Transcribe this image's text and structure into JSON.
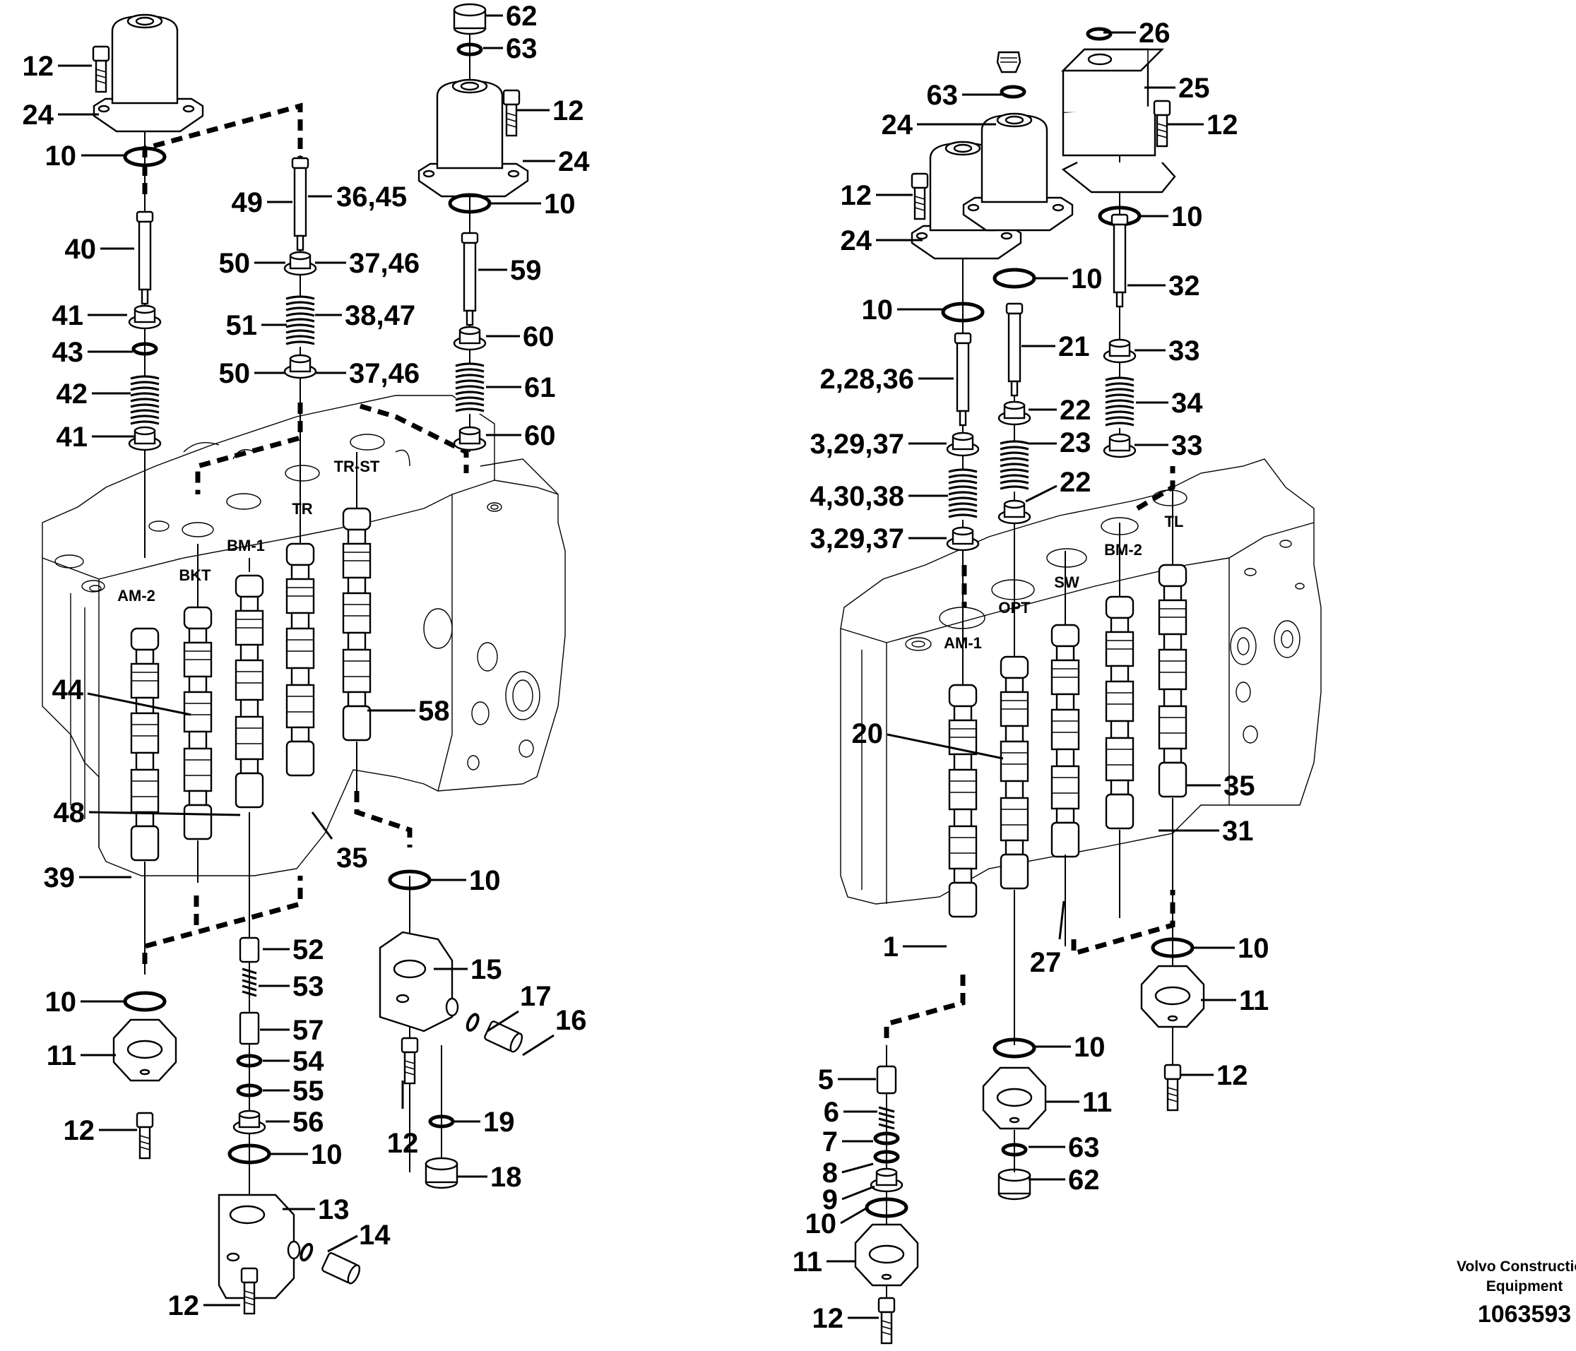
{
  "diagram": {
    "spool_labels": [
      "AM-2",
      "BKT",
      "BM-1",
      "TR",
      "TR-ST",
      "AM-1",
      "OPT",
      "SW",
      "BM-2",
      "TL"
    ],
    "callouts": [
      {
        "id": "c1",
        "text": "12"
      },
      {
        "id": "c2",
        "text": "24"
      },
      {
        "id": "c3",
        "text": "10"
      },
      {
        "id": "c4",
        "text": "40"
      },
      {
        "id": "c5",
        "text": "41"
      },
      {
        "id": "c6",
        "text": "43"
      },
      {
        "id": "c7",
        "text": "42"
      },
      {
        "id": "c8",
        "text": "41"
      },
      {
        "id": "c9",
        "text": "49"
      },
      {
        "id": "c10",
        "text": "36,45"
      },
      {
        "id": "c11",
        "text": "50"
      },
      {
        "id": "c12",
        "text": "37,46"
      },
      {
        "id": "c13",
        "text": "51"
      },
      {
        "id": "c14",
        "text": "38,47"
      },
      {
        "id": "c15",
        "text": "50"
      },
      {
        "id": "c16",
        "text": "37,46"
      },
      {
        "id": "c17",
        "text": "62"
      },
      {
        "id": "c18",
        "text": "63"
      },
      {
        "id": "c19",
        "text": "12"
      },
      {
        "id": "c20",
        "text": "24"
      },
      {
        "id": "c21",
        "text": "10"
      },
      {
        "id": "c22",
        "text": "59"
      },
      {
        "id": "c23",
        "text": "60"
      },
      {
        "id": "c24",
        "text": "61"
      },
      {
        "id": "c25",
        "text": "60"
      },
      {
        "id": "c26",
        "text": "44"
      },
      {
        "id": "c27",
        "text": "58"
      },
      {
        "id": "c28",
        "text": "48"
      },
      {
        "id": "c29",
        "text": "35"
      },
      {
        "id": "c30",
        "text": "39"
      },
      {
        "id": "c31",
        "text": "10"
      },
      {
        "id": "c32",
        "text": "10"
      },
      {
        "id": "c33",
        "text": "11"
      },
      {
        "id": "c34",
        "text": "12"
      },
      {
        "id": "c35",
        "text": "52"
      },
      {
        "id": "c36",
        "text": "53"
      },
      {
        "id": "c37",
        "text": "57"
      },
      {
        "id": "c38",
        "text": "54"
      },
      {
        "id": "c39",
        "text": "55"
      },
      {
        "id": "c40",
        "text": "56"
      },
      {
        "id": "c41",
        "text": "10"
      },
      {
        "id": "c42",
        "text": "13"
      },
      {
        "id": "c43",
        "text": "14"
      },
      {
        "id": "c44",
        "text": "12"
      },
      {
        "id": "c45",
        "text": "15"
      },
      {
        "id": "c46",
        "text": "17"
      },
      {
        "id": "c47",
        "text": "16"
      },
      {
        "id": "c48",
        "text": "12"
      },
      {
        "id": "c49",
        "text": "19"
      },
      {
        "id": "c50",
        "text": "18"
      },
      {
        "id": "c51",
        "text": "26"
      },
      {
        "id": "c52",
        "text": "63"
      },
      {
        "id": "c53",
        "text": "25"
      },
      {
        "id": "c54",
        "text": "24"
      },
      {
        "id": "c55",
        "text": "12"
      },
      {
        "id": "c56",
        "text": "12"
      },
      {
        "id": "c57",
        "text": "10"
      },
      {
        "id": "c58",
        "text": "24"
      },
      {
        "id": "c59",
        "text": "10"
      },
      {
        "id": "c60",
        "text": "32"
      },
      {
        "id": "c61",
        "text": "10"
      },
      {
        "id": "c62",
        "text": "21"
      },
      {
        "id": "c63",
        "text": "33"
      },
      {
        "id": "c64",
        "text": "2,28,36"
      },
      {
        "id": "c65",
        "text": "22"
      },
      {
        "id": "c66",
        "text": "34"
      },
      {
        "id": "c67",
        "text": "3,29,37"
      },
      {
        "id": "c68",
        "text": "23"
      },
      {
        "id": "c69",
        "text": "33"
      },
      {
        "id": "c70",
        "text": "4,30,38"
      },
      {
        "id": "c71",
        "text": "22"
      },
      {
        "id": "c72",
        "text": "3,29,37"
      },
      {
        "id": "c73",
        "text": "20"
      },
      {
        "id": "c74",
        "text": "35"
      },
      {
        "id": "c75",
        "text": "31"
      },
      {
        "id": "c76",
        "text": "1"
      },
      {
        "id": "c77",
        "text": "27"
      },
      {
        "id": "c78",
        "text": "10"
      },
      {
        "id": "c79",
        "text": "11"
      },
      {
        "id": "c80",
        "text": "10"
      },
      {
        "id": "c81",
        "text": "11"
      },
      {
        "id": "c82",
        "text": "12"
      },
      {
        "id": "c83",
        "text": "63"
      },
      {
        "id": "c84",
        "text": "62"
      },
      {
        "id": "c85",
        "text": "5"
      },
      {
        "id": "c86",
        "text": "6"
      },
      {
        "id": "c87",
        "text": "7"
      },
      {
        "id": "c88",
        "text": "8"
      },
      {
        "id": "c89",
        "text": "9"
      },
      {
        "id": "c90",
        "text": "10"
      },
      {
        "id": "c91",
        "text": "11"
      },
      {
        "id": "c92",
        "text": "12"
      }
    ],
    "footer": {
      "line1": "Volvo Construction",
      "line2": "Equipment",
      "number": "1063593"
    }
  }
}
